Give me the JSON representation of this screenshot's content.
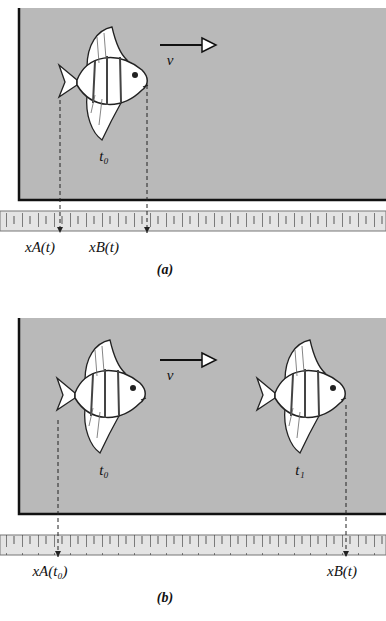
{
  "diagram": {
    "labels": [
      "v",
      "t₀",
      "xA(t)",
      "xB(t)",
      "(a)",
      "v",
      "t₀",
      "t₁",
      "xA(t₀)",
      "xB(t)",
      "(b)"
    ]
  }
}
